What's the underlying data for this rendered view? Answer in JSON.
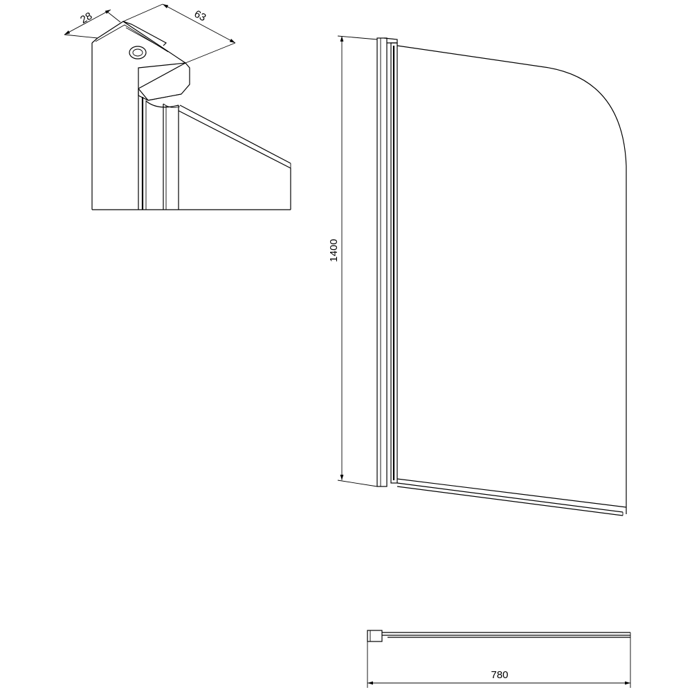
{
  "dimensions": {
    "detail_depth": "28",
    "detail_width": "63",
    "panel_height": "1400",
    "panel_width": "780"
  }
}
